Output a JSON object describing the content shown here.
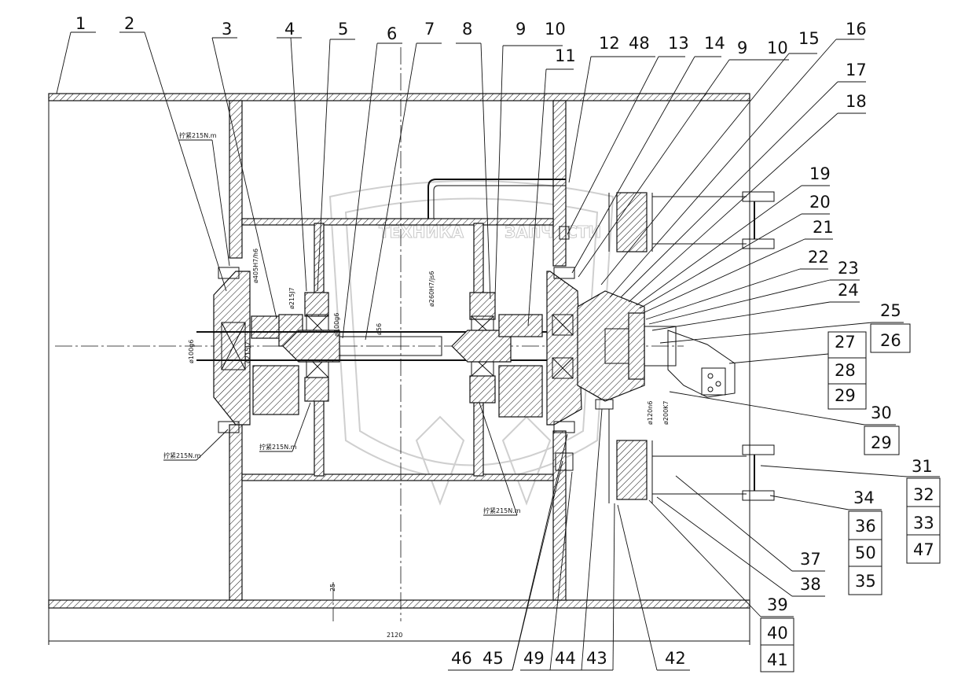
{
  "watermark": {
    "left_word": "ТЕХНИКА",
    "right_word": "ЗАПЧАСТИ"
  },
  "callouts_top": [
    "1",
    "2",
    "3",
    "4",
    "5",
    "6",
    "7",
    "8",
    "9",
    "10",
    "12",
    "48",
    "13",
    "14",
    "9",
    "10",
    "15",
    "16"
  ],
  "callouts_right": [
    "11",
    "17",
    "18",
    "19",
    "20",
    "21",
    "22",
    "23",
    "24",
    "25",
    "26",
    "27",
    "28",
    "29",
    "30",
    "29",
    "31",
    "32",
    "33",
    "34",
    "36",
    "50",
    "35",
    "47",
    "37",
    "38",
    "39",
    "40",
    "41"
  ],
  "callouts_bottom": [
    "46",
    "45",
    "49",
    "44",
    "43",
    "42"
  ],
  "dimensions": {
    "overall_length": "2120",
    "offset": "25",
    "d_bore_left": "ø405H7/h6",
    "d_bearing_left": "ø215J7",
    "d_shaft_left": "ø100g6",
    "d_shaft_left_inner": "ø215J7",
    "d_shaft_mid": "ø100g6",
    "d_shaft_center": "ø56",
    "d_bore_right": "ø260H7/js6",
    "d_coupling": "ø120n6",
    "d_flange": "ø200K7"
  },
  "torque_notes": {
    "top_left": "拧紧215N.m",
    "bottom_left": "拧紧215N.m",
    "bottom_mid": "拧紧215N.m",
    "bottom_center": "拧紧215N.m"
  }
}
